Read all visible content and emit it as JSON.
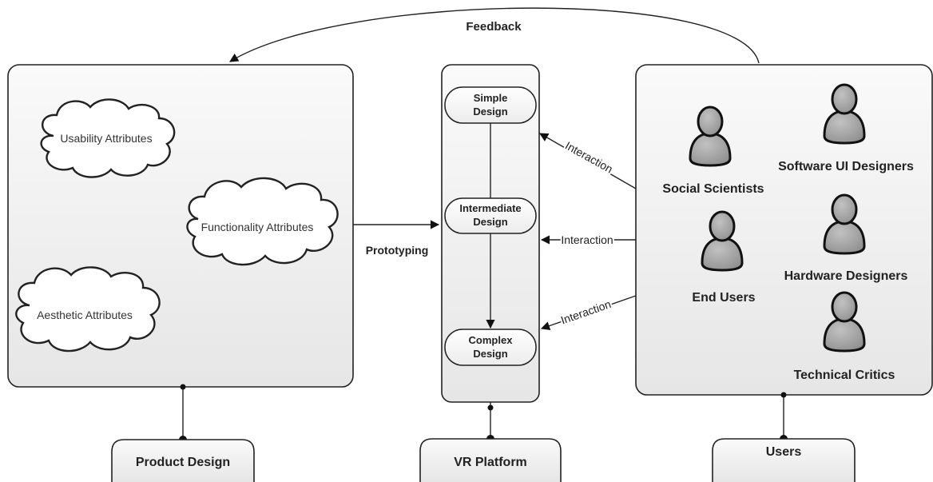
{
  "colors": {
    "box_fill_top": "#fafafa",
    "box_fill_bottom": "#e6e6e6",
    "person_fill": "#a9a9a9",
    "stroke": "#222222"
  },
  "feedback_label": "Feedback",
  "prototyping_label": "Prototyping",
  "interaction_labels": [
    "Interaction",
    "Interaction",
    "Interaction"
  ],
  "product_design": {
    "title": "Product Design",
    "clouds": [
      "Usability Attributes",
      "Functionality Attributes",
      "Aesthetic Attributes"
    ]
  },
  "vr_platform": {
    "title": "VR Platform",
    "stages": [
      [
        "Simple",
        "Design"
      ],
      [
        "Intermediate",
        "Design"
      ],
      [
        "Complex",
        "Design"
      ]
    ]
  },
  "users": {
    "title": "Users",
    "people": [
      {
        "label": "Social Scientists",
        "icon": "person-icon"
      },
      {
        "label": "Software UI Designers",
        "icon": "person-icon"
      },
      {
        "label": "End Users",
        "icon": "person-icon"
      },
      {
        "label": "Hardware Designers",
        "icon": "person-icon"
      },
      {
        "label": "Technical Critics",
        "icon": "person-icon"
      }
    ]
  }
}
